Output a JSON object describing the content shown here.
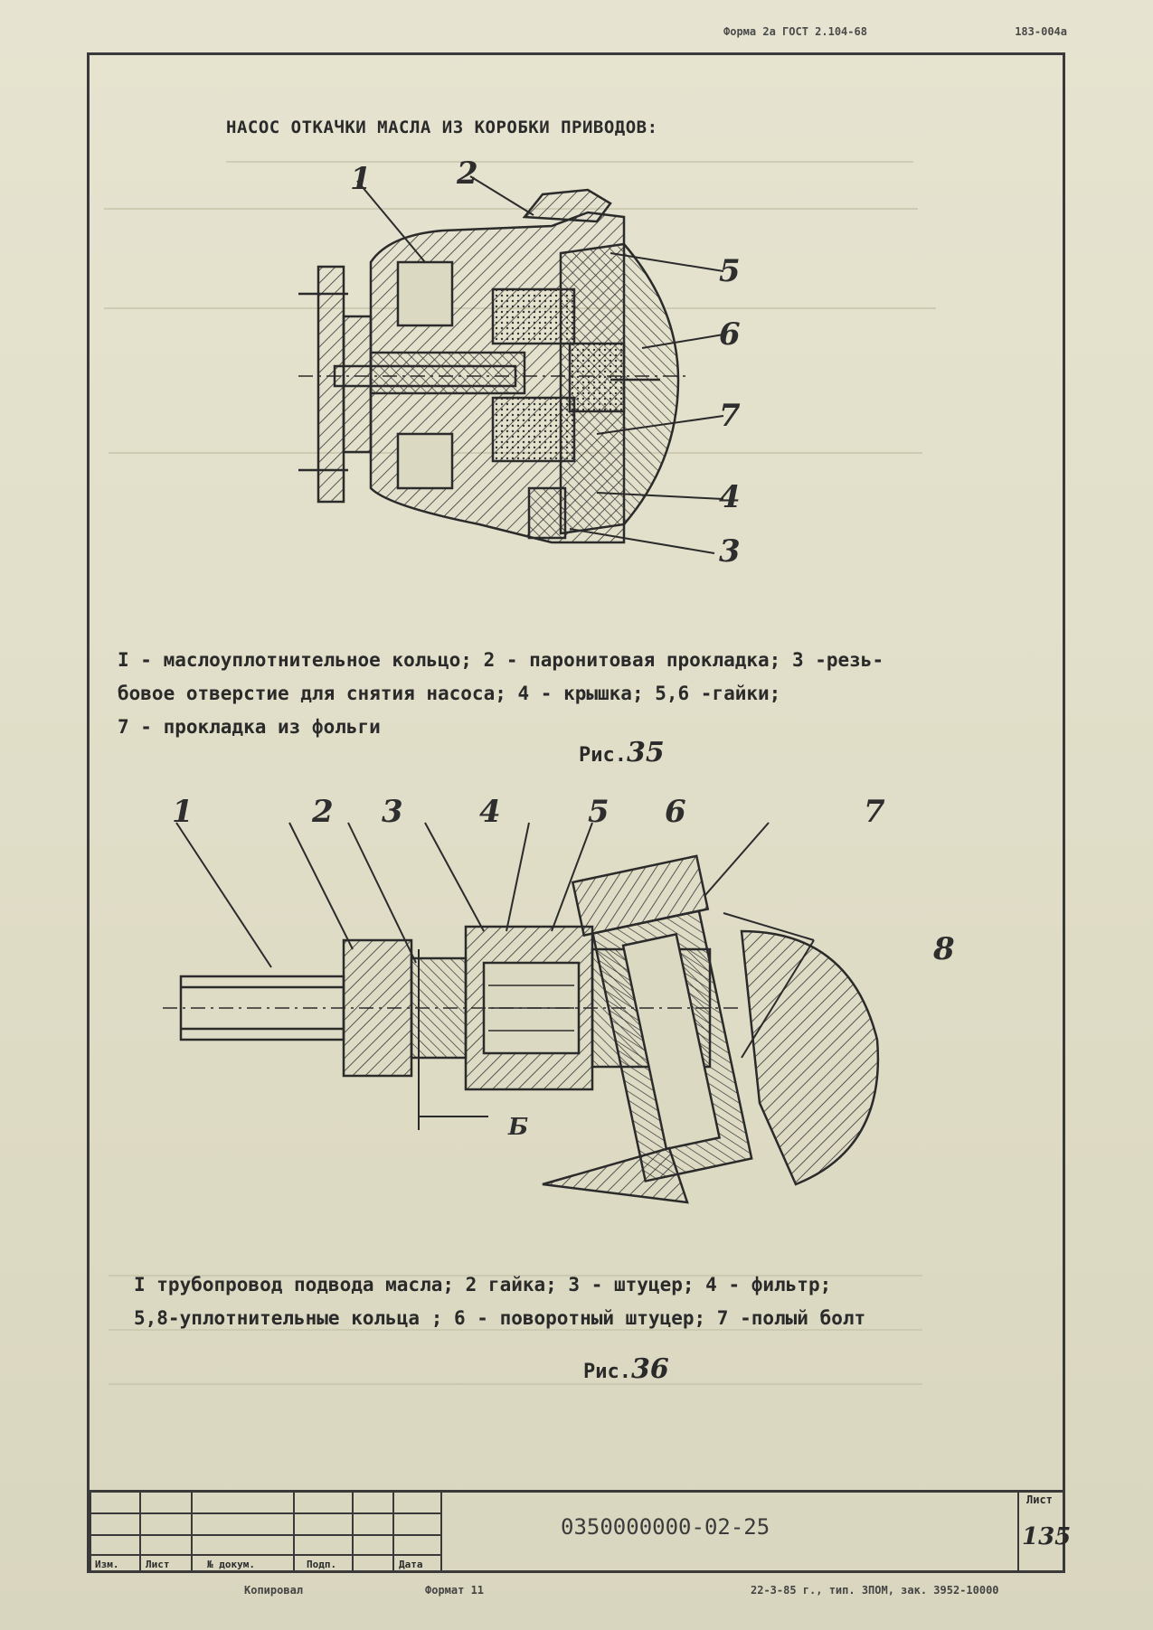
{
  "header": {
    "form_ref": "Форма 2а ГОСТ 2.104-68",
    "code": "183-004а"
  },
  "title": "НАСОС ОТКАЧКИ МАСЛА ИЗ КОРОБКИ ПРИВОДОВ:",
  "figure35": {
    "callouts": [
      "1",
      "2",
      "5",
      "6",
      "7",
      "4",
      "3"
    ],
    "caption_lines": [
      "I - маслоуплотнительное кольцо; 2 - паронитовая прокладка; 3 -резь-",
      "бовое отверстие для снятия насоса; 4 - крышка; 5,6 -гайки;",
      "7 - прокладка из фольги"
    ],
    "label_prefix": "Рис.",
    "label_number": "35"
  },
  "figure36": {
    "callouts": [
      "1",
      "2",
      "3",
      "4",
      "5",
      "6",
      "7",
      "8"
    ],
    "view_marker": "Б",
    "caption_lines": [
      "I трубопровод  подвода масла; 2 гайка; 3 - штуцер; 4 - фильтр;",
      "5,8-уплотнительные кольца ; 6 - поворотный штуцер; 7 -полый болт"
    ],
    "label_prefix": "Рис.",
    "label_number": "36"
  },
  "title_block": {
    "columns": [
      "Изм.",
      "Лист",
      "№ докум.",
      "Подп.",
      "Дата"
    ],
    "document_number": "0350000000-02-25",
    "sheet_label": "Лист",
    "sheet_number": "135"
  },
  "footer": {
    "copied": "Копировал",
    "format": "Формат 11",
    "print_info": "22-3-85 г., тип. ЗПОМ, зак. 3952-10000"
  }
}
